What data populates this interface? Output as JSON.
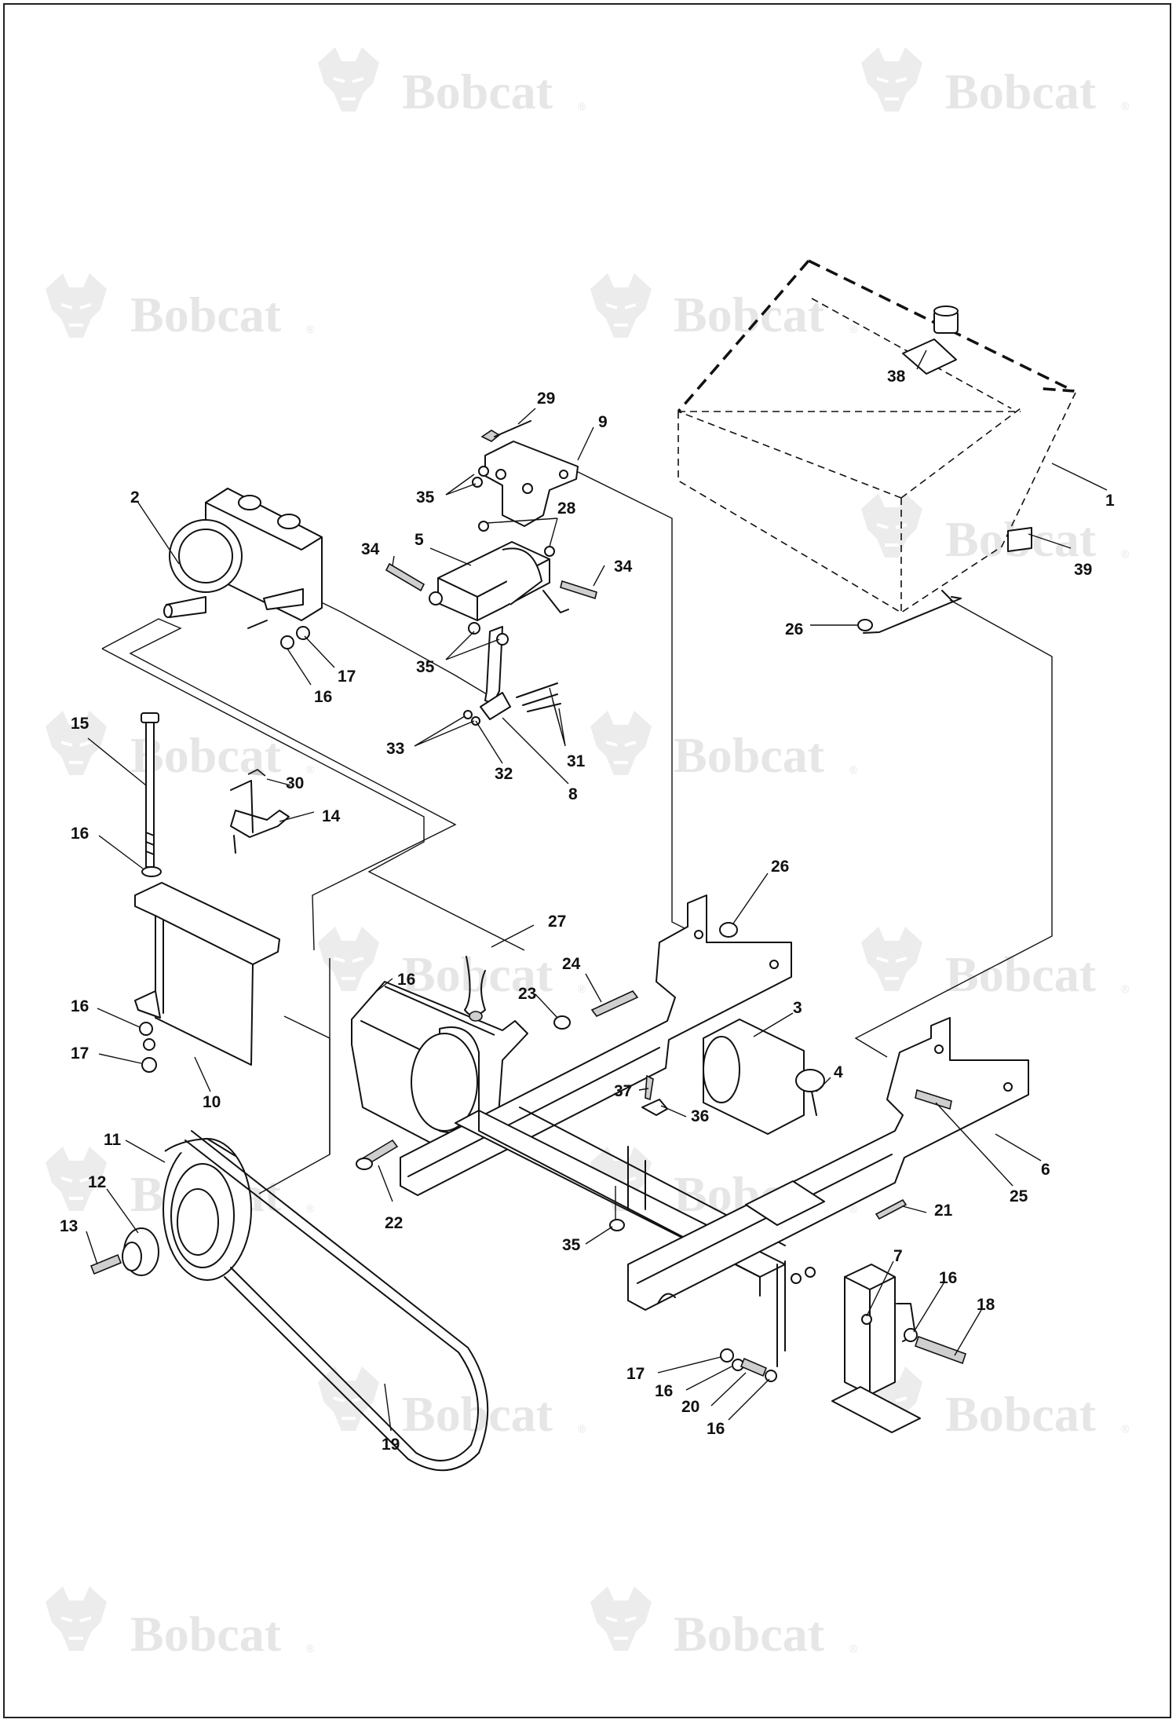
{
  "watermark": {
    "brand": "Bobcat",
    "reg_mark": "®"
  },
  "callouts": [
    {
      "id": "c38",
      "text": "38"
    },
    {
      "id": "c1",
      "text": "1"
    },
    {
      "id": "c39",
      "text": "39"
    },
    {
      "id": "c26a",
      "text": "26"
    },
    {
      "id": "c29",
      "text": "29"
    },
    {
      "id": "c9",
      "text": "9"
    },
    {
      "id": "c35a",
      "text": "35"
    },
    {
      "id": "c28",
      "text": "28"
    },
    {
      "id": "c2",
      "text": "2"
    },
    {
      "id": "c5",
      "text": "5"
    },
    {
      "id": "c34a",
      "text": "34"
    },
    {
      "id": "c34b",
      "text": "34"
    },
    {
      "id": "c35b",
      "text": "35"
    },
    {
      "id": "c17a",
      "text": "17"
    },
    {
      "id": "c16a",
      "text": "16"
    },
    {
      "id": "c15",
      "text": "15"
    },
    {
      "id": "c33",
      "text": "33"
    },
    {
      "id": "c32",
      "text": "32"
    },
    {
      "id": "c31",
      "text": "31"
    },
    {
      "id": "c8",
      "text": "8"
    },
    {
      "id": "c30",
      "text": "30"
    },
    {
      "id": "c14",
      "text": "14"
    },
    {
      "id": "c16b",
      "text": "16"
    },
    {
      "id": "c26b",
      "text": "26"
    },
    {
      "id": "c27",
      "text": "27"
    },
    {
      "id": "c16c",
      "text": "16"
    },
    {
      "id": "c24",
      "text": "24"
    },
    {
      "id": "c23",
      "text": "23"
    },
    {
      "id": "c16d",
      "text": "16"
    },
    {
      "id": "c3",
      "text": "3"
    },
    {
      "id": "c17b",
      "text": "17"
    },
    {
      "id": "c10",
      "text": "10"
    },
    {
      "id": "c4",
      "text": "4"
    },
    {
      "id": "c37",
      "text": "37"
    },
    {
      "id": "c36",
      "text": "36"
    },
    {
      "id": "c11",
      "text": "11"
    },
    {
      "id": "c6",
      "text": "6"
    },
    {
      "id": "c25",
      "text": "25"
    },
    {
      "id": "c12",
      "text": "12"
    },
    {
      "id": "c22",
      "text": "22"
    },
    {
      "id": "c21",
      "text": "21"
    },
    {
      "id": "c13",
      "text": "13"
    },
    {
      "id": "c35c",
      "text": "35"
    },
    {
      "id": "c7",
      "text": "7"
    },
    {
      "id": "c16e",
      "text": "16"
    },
    {
      "id": "c18",
      "text": "18"
    },
    {
      "id": "c17c",
      "text": "17"
    },
    {
      "id": "c16f",
      "text": "16"
    },
    {
      "id": "c20",
      "text": "20"
    },
    {
      "id": "c16g",
      "text": "16"
    },
    {
      "id": "c19",
      "text": "19"
    }
  ]
}
